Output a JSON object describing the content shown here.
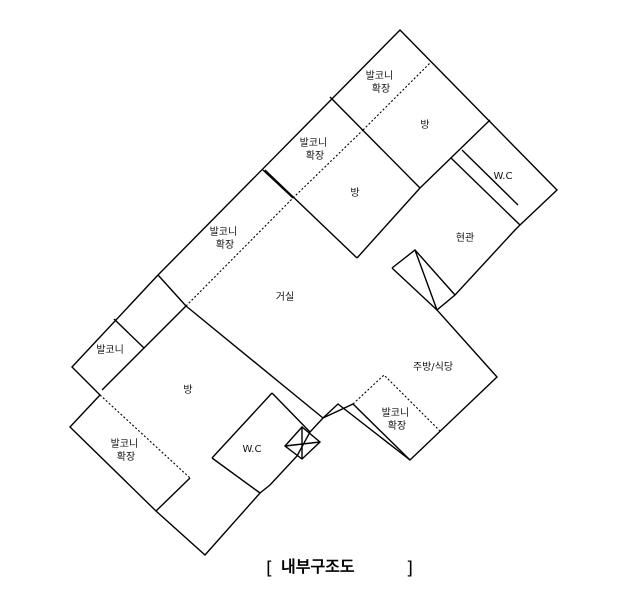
{
  "labels": {
    "balcony_ext_ne": [
      "발코니",
      "확장"
    ],
    "room_ne": "방",
    "wc_east": "W.C",
    "balcony_ext_mid": [
      "발코니",
      "확장"
    ],
    "room_mid": "방",
    "entrance": "현관",
    "balcony_ext_living": [
      "발코니",
      "확장"
    ],
    "living_room": "거실",
    "balcony_west": "발코니",
    "room_sw": "방",
    "kitchen_dining": "주방/식당",
    "balcony_ext_kitchen": [
      "발코니",
      "확장"
    ],
    "balcony_ext_sw": [
      "발코니",
      "확장"
    ],
    "wc_south": "W.C"
  },
  "caption": {
    "open_bracket": "[",
    "text": "내부구조도",
    "close_bracket": "]"
  }
}
